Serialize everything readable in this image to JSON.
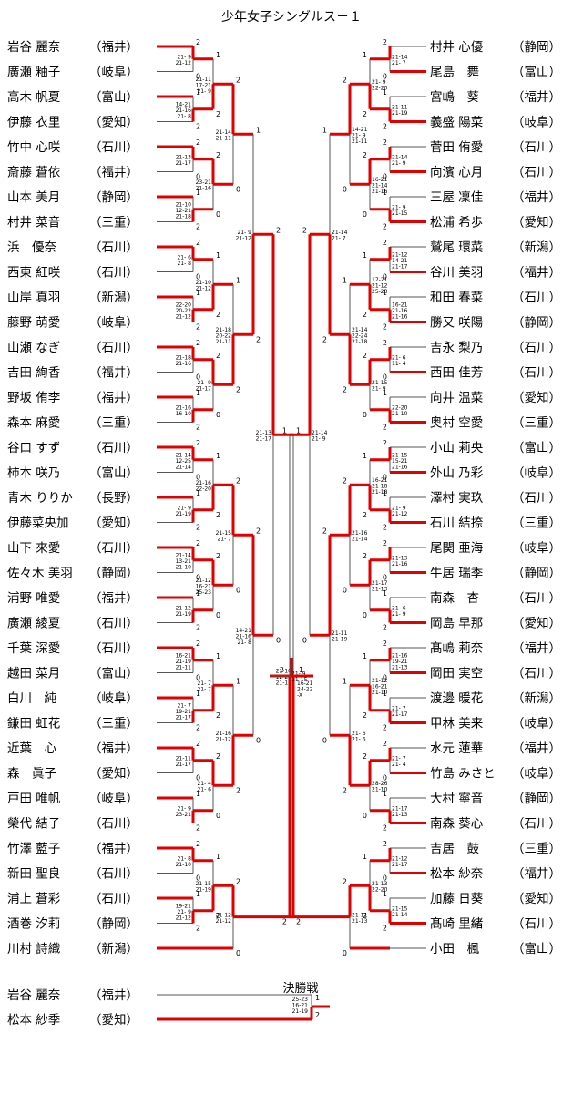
{
  "title": "少年女子シングルス－１",
  "final_label": "決勝戦",
  "left_players": [
    {
      "name": "岩谷 麗奈",
      "pref": "福井"
    },
    {
      "name": "廣瀬 釉子",
      "pref": "岐阜"
    },
    {
      "name": "高木 帆夏",
      "pref": "富山"
    },
    {
      "name": "伊藤 衣里",
      "pref": "愛知"
    },
    {
      "name": "竹中 心咲",
      "pref": "石川"
    },
    {
      "name": "斎藤 蒼依",
      "pref": "福井"
    },
    {
      "name": "山本 美月",
      "pref": "静岡"
    },
    {
      "name": "村井 菜音",
      "pref": "三重"
    },
    {
      "name": "浜　優奈",
      "pref": "石川"
    },
    {
      "name": "西東 紅咲",
      "pref": "石川"
    },
    {
      "name": "山岸 真羽",
      "pref": "新潟"
    },
    {
      "name": "藤野 萌愛",
      "pref": "岐阜"
    },
    {
      "name": "山瀬 なぎ",
      "pref": "石川"
    },
    {
      "name": "吉田 絢香",
      "pref": "福井"
    },
    {
      "name": "野坂 侑李",
      "pref": "福井"
    },
    {
      "name": "森本 麻愛",
      "pref": "三重"
    },
    {
      "name": "谷口 すず",
      "pref": "石川"
    },
    {
      "name": "柿本 咲乃",
      "pref": "富山"
    },
    {
      "name": "青木 りりか",
      "pref": "長野"
    },
    {
      "name": "伊藤菜央加",
      "pref": "愛知"
    },
    {
      "name": "山下 來愛",
      "pref": "石川"
    },
    {
      "name": "佐々木 美羽",
      "pref": "静岡"
    },
    {
      "name": "浦野 唯愛",
      "pref": "福井"
    },
    {
      "name": "廣瀬 綾夏",
      "pref": "石川"
    },
    {
      "name": "千葉 深愛",
      "pref": "石川"
    },
    {
      "name": "越田 菜月",
      "pref": "富山"
    },
    {
      "name": "白川　純",
      "pref": "岐阜"
    },
    {
      "name": "鎌田 虹花",
      "pref": "三重"
    },
    {
      "name": "近葉　心",
      "pref": "福井"
    },
    {
      "name": "森　眞子",
      "pref": "愛知"
    },
    {
      "name": "戸田 唯帆",
      "pref": "岐阜"
    },
    {
      "name": "榮代 結子",
      "pref": "石川"
    },
    {
      "name": "竹澤 藍子",
      "pref": "福井"
    },
    {
      "name": "新田 聖良",
      "pref": "石川"
    },
    {
      "name": "浦上 蒼彩",
      "pref": "石川"
    },
    {
      "name": "酒巻 汐莉",
      "pref": "静岡"
    },
    {
      "name": "川村 詩織",
      "pref": "新潟"
    }
  ],
  "right_players": [
    {
      "name": "村井 心優",
      "pref": "静岡"
    },
    {
      "name": "尾島　舞",
      "pref": "富山"
    },
    {
      "name": "宮嶋　葵",
      "pref": "福井"
    },
    {
      "name": "義盛 陽菜",
      "pref": "岐阜"
    },
    {
      "name": "菅田 侑愛",
      "pref": "石川"
    },
    {
      "name": "向濱 心月",
      "pref": "石川"
    },
    {
      "name": "三屋 凜佳",
      "pref": "福井"
    },
    {
      "name": "松浦 希歩",
      "pref": "愛知"
    },
    {
      "name": "鷲尾 環菜",
      "pref": "新潟"
    },
    {
      "name": "谷川 美羽",
      "pref": "福井"
    },
    {
      "name": "和田 春菜",
      "pref": "石川"
    },
    {
      "name": "勝又 咲陽",
      "pref": "静岡"
    },
    {
      "name": "吉永 梨乃",
      "pref": "石川"
    },
    {
      "name": "西田 佳芳",
      "pref": "石川"
    },
    {
      "name": "向井 温菜",
      "pref": "愛知"
    },
    {
      "name": "奥村 空愛",
      "pref": "三重"
    },
    {
      "name": "小山 莉央",
      "pref": "富山"
    },
    {
      "name": "外山 乃彩",
      "pref": "岐阜"
    },
    {
      "name": "澤村 実玖",
      "pref": "石川"
    },
    {
      "name": "石川 結捺",
      "pref": "三重"
    },
    {
      "name": "尾関 亜海",
      "pref": "岐阜"
    },
    {
      "name": "牛居 瑞季",
      "pref": "静岡"
    },
    {
      "name": "南森　杏",
      "pref": "石川"
    },
    {
      "name": "岡島 早那",
      "pref": "愛知"
    },
    {
      "name": "髙嶋 莉奈",
      "pref": "福井"
    },
    {
      "name": "岡田 実空",
      "pref": "石川"
    },
    {
      "name": "渡邊 暖花",
      "pref": "新潟"
    },
    {
      "name": "甲林 美来",
      "pref": "岐阜"
    },
    {
      "name": "水元 蓮華",
      "pref": "福井"
    },
    {
      "name": "竹島 みさと",
      "pref": "岐阜"
    },
    {
      "name": "大村 寧音",
      "pref": "静岡"
    },
    {
      "name": "南森 葵心",
      "pref": "石川"
    },
    {
      "name": "吉居　鼓",
      "pref": "三重"
    },
    {
      "name": "松本 紗奈",
      "pref": "福井"
    },
    {
      "name": "加藤 日葵",
      "pref": "愛知"
    },
    {
      "name": "髙崎 里緒",
      "pref": "石川"
    },
    {
      "name": "小田　楓",
      "pref": "富山"
    }
  ],
  "final_players": [
    {
      "name": "岩谷 麗奈",
      "pref": "福井"
    },
    {
      "name": "松本 紗季",
      "pref": "愛知"
    }
  ],
  "scores_left": [
    [
      "21- 9",
      "21-12"
    ],
    [
      "14-21",
      "21-16",
      "21- 8"
    ],
    [
      "21-13",
      "21-17"
    ],
    [
      "21-10",
      "12-21",
      "21-18"
    ],
    [
      "21- 6",
      "21- 8"
    ],
    [
      "22-20",
      "20-22",
      "21-12"
    ],
    [
      "21-18",
      "21-16"
    ],
    [
      "21-16",
      "16-10"
    ],
    [
      "21-14",
      "12-25",
      "21-14"
    ],
    [
      "21- 9",
      "21-19"
    ],
    [
      "21-14",
      "13-21",
      "21-10"
    ],
    [
      "21-12",
      "21-19"
    ],
    [
      "16-21",
      "21-19",
      "21-11"
    ],
    [
      "21- 7",
      "19-21",
      "21-17"
    ],
    [
      "21-11",
      "21-17"
    ],
    [
      "21- 9",
      "23-21"
    ],
    [
      "21- 8",
      "21-10"
    ],
    [
      "19-21",
      "21- 9",
      "21-12"
    ],
    [
      "21-11",
      "17-21",
      "21- 9"
    ],
    [
      "23-21",
      "21-16"
    ],
    [
      "21-10",
      "21-12"
    ],
    [
      "21- 9",
      "21-17"
    ],
    [
      "21-16",
      "22-20"
    ],
    [
      "21-12",
      "16-21",
      "25-23"
    ],
    [
      "21- 7",
      "21- 7"
    ],
    [
      "21- 4",
      "21- 6"
    ],
    [
      "21-15",
      "21-19"
    ],
    [
      "21-14",
      "21-11"
    ],
    [
      "21-18",
      "20-22",
      "21-11"
    ],
    [
      "21-15",
      "21- 7"
    ],
    [
      "21-16",
      "21-12"
    ],
    [
      "21-12",
      "21-12"
    ]
  ],
  "scores_right": [
    [
      "21-14",
      "21- 7"
    ],
    [
      "21-11",
      "21-19"
    ],
    [
      "21-14",
      "21- 9"
    ],
    [
      "21- 9",
      "21-15"
    ],
    [
      "21-12",
      "14-21",
      "21-17"
    ],
    [
      "16-21",
      "21-16",
      "21-16"
    ],
    [
      "21- 6",
      "11- 4"
    ],
    [
      "22-20",
      "21-10"
    ],
    [
      "21-15",
      "15-21",
      "21-16"
    ],
    [
      "21- 9",
      "21-12"
    ],
    [
      "21-13",
      "21-16"
    ],
    [
      "21- 6",
      "21- 9"
    ],
    [
      "21-16",
      "19-21",
      "21-13"
    ],
    [
      "21- 7",
      "21-17"
    ],
    [
      "21- 7",
      "21- 4"
    ],
    [
      "21-17",
      "21-13"
    ],
    [
      "21-12",
      "21-17"
    ],
    [
      "21-15",
      "21-14"
    ],
    [
      "21- 9",
      "22-20"
    ],
    [
      "16-21",
      "21-14",
      "21-16"
    ],
    [
      "17-21",
      "21-12",
      "25-23"
    ],
    [
      "21-15",
      "21- 9"
    ],
    [
      "16-21",
      "21-18",
      "21-18"
    ],
    [
      "21-17",
      "21-13"
    ],
    [
      "21-12",
      "16-21",
      "21-10"
    ],
    [
      "28-26",
      "21-10"
    ],
    [
      "21-13",
      "22-20"
    ],
    [
      "14-21",
      "21- 9",
      "21-11"
    ],
    [
      "21-14",
      "22-24",
      "21-18"
    ],
    [
      "21-16",
      "21-14"
    ],
    [
      "21- 6",
      "21- 6"
    ],
    [
      "21-11",
      "21-13"
    ]
  ],
  "scores_center": [
    [
      "21-12",
      "21-12"
    ],
    [
      "16-21",
      "24-22",
      "-X"
    ],
    [
      "21-12",
      "21-17"
    ]
  ],
  "scores_final": [
    "25-23",
    "16-21",
    "21-19"
  ],
  "win_marks": [
    "2",
    "1",
    "0",
    "X"
  ]
}
